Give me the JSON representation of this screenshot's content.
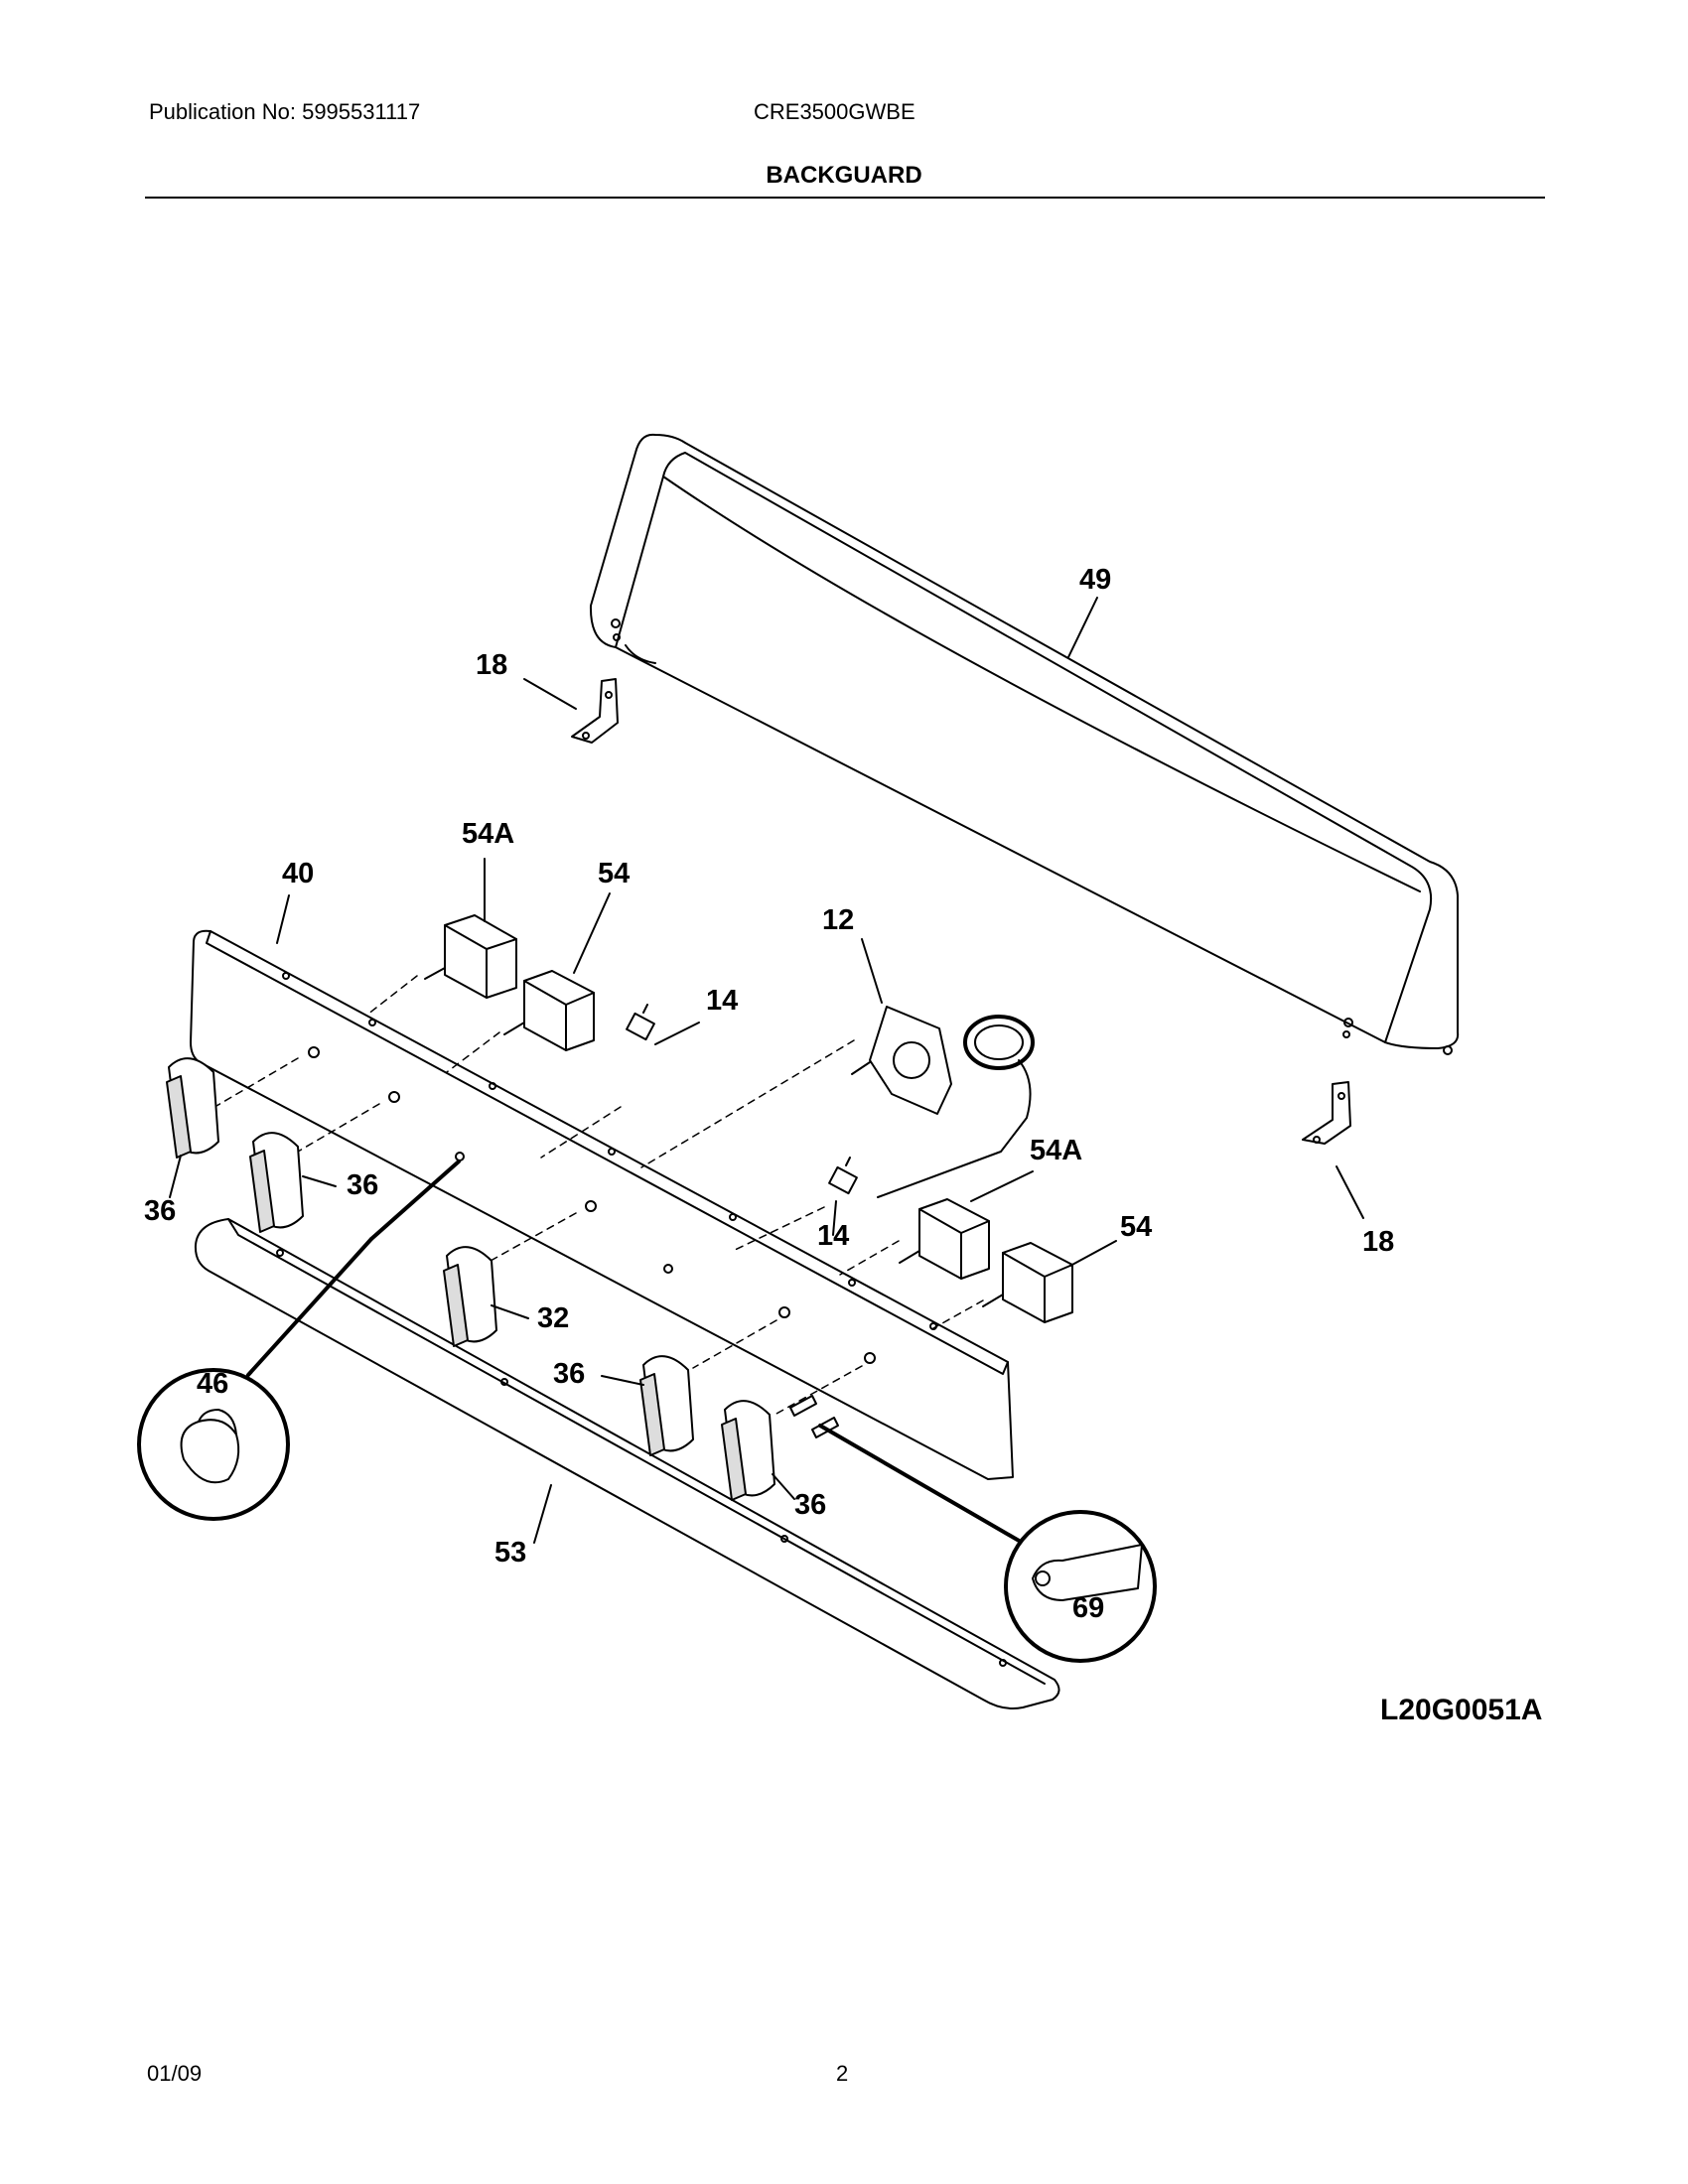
{
  "header": {
    "publication": "Publication No: 5995531117",
    "model": "CRE3500GWBE",
    "section_title": "BACKGUARD"
  },
  "diagram": {
    "callouts": {
      "c49": "49",
      "c18a": "18",
      "c18b": "18",
      "c54Aa": "54A",
      "c54a": "54",
      "c40": "40",
      "c12": "12",
      "c14a": "14",
      "c14b": "14",
      "c54Ab": "54A",
      "c54b": "54",
      "c36a": "36",
      "c36b": "36",
      "c36c": "36",
      "c36d": "36",
      "c32": "32",
      "c46": "46",
      "c53": "53",
      "c69": "69"
    },
    "drawing_code": "L20G0051A"
  },
  "footer": {
    "date": "01/09",
    "page": "2"
  }
}
